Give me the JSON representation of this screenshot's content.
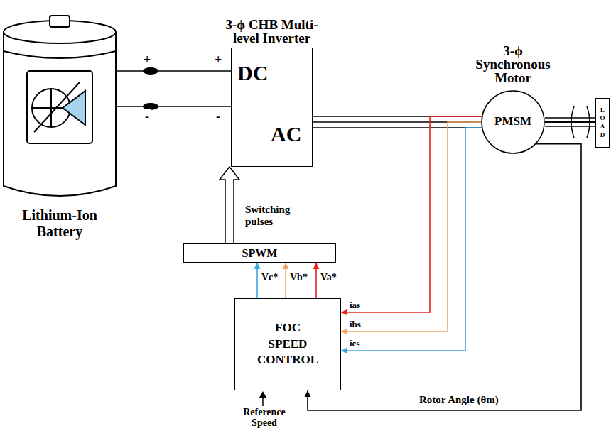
{
  "diagram": {
    "nodes": [
      {
        "text": [
          "Lithium-Ion Battery"
        ]
      },
      {
        "text": [
          "3-ϕ CHB Multi-level Inverter",
          "DC",
          "AC"
        ]
      },
      {
        "text": [
          "3-ϕ Synchronous Motor",
          "PMSM"
        ]
      },
      {
        "text": [
          "LOAD"
        ]
      },
      {
        "text": [
          "SPWM"
        ]
      },
      {
        "text": [
          "FOC SPEED CONTROL"
        ]
      }
    ],
    "edges": [
      {
        "from": 0,
        "to": 1,
        "arrow": "none"
      },
      {
        "from": 0,
        "to": 1,
        "arrow": "none"
      },
      {
        "from": 1,
        "to": 2,
        "arrow": "none"
      },
      {
        "from": 1,
        "to": 2,
        "arrow": "none"
      },
      {
        "from": 1,
        "to": 2,
        "arrow": "none"
      },
      {
        "from": 2,
        "to": 3,
        "arrow": "none"
      },
      {
        "from": 4,
        "to": 1,
        "label": "Switching pulses",
        "arrow": "to"
      },
      {
        "from": 5,
        "to": 4,
        "label": "Vc*",
        "arrow": "to"
      },
      {
        "from": 5,
        "to": 4,
        "label": "Vb*",
        "arrow": "to"
      },
      {
        "from": 5,
        "to": 4,
        "label": "Va*",
        "arrow": "to"
      },
      {
        "from": 2,
        "to": 5,
        "label": "ias",
        "arrow": "to"
      },
      {
        "from": 2,
        "to": 5,
        "label": "ibs",
        "arrow": "to"
      },
      {
        "from": 2,
        "to": 5,
        "label": "ics",
        "arrow": "to"
      },
      {
        "from": 2,
        "to": 5,
        "label": "Rotor Angle (θm)",
        "arrow": "to"
      }
    ],
    "labels": [
      "+",
      "+",
      "-",
      "-",
      "Reference Speed"
    ]
  }
}
